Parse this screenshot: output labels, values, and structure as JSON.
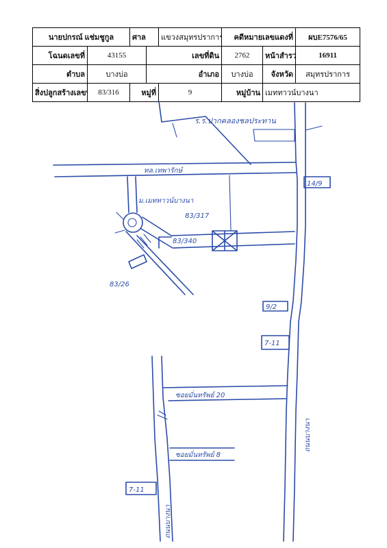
{
  "header": {
    "row1": {
      "party_name": "นายปกรณ์ แช่มชูกูล",
      "court_label": "ศาล",
      "court_value": "แขวงสมุทรปราการ",
      "black_case_label": "คดีหมายเลขแดงที่",
      "black_case_value": "ผบE7576/65"
    },
    "row2": {
      "title_deed_label": "โฉนดเลขที่",
      "title_deed_value": "43155",
      "land_no_label": "เลขที่ดิน",
      "land_no_value": "2762",
      "survey_page_label": "หน้าสำรวจ",
      "survey_page_value": "16911"
    },
    "row3": {
      "subdistrict_label": "ตำบล",
      "subdistrict_value": "บางบ่อ",
      "district_label": "อำเภอ",
      "district_value": "บางบ่อ",
      "province_label": "จังหวัด",
      "province_value": "สมุทรปราการ"
    },
    "row4": {
      "building_no_label": "สิ่งปลูกสร้างเลขที่",
      "building_no_value": "83/316",
      "moo_label": "หมู่ที่",
      "moo_value": "9",
      "village_label": "หมู่บ้าน",
      "village_value": "เมททาวน์บางนา"
    }
  },
  "sketch_labels": {
    "top_right_school": "ร.ร.ปากคลองชลประทาน",
    "main_road_left": "ทล.เทพารักษ์",
    "road_box_top": "14/9",
    "village_label": "ม.เมททาวน์บางนา",
    "target_house": "83/317",
    "neighbor_house": "83/340",
    "lower_left_house": "83/26",
    "box_right_1": "9/2",
    "box_right_2": "7-11",
    "soi_20": "ซอยมั่นทรัพย์ 20",
    "soi_8": "ซอยมั่นทรัพย์ 8",
    "right_vertical_road": "ถนนบางนา",
    "bottom_left_box": "7-11",
    "bottom_vertical_road": "ถนนบางนา"
  }
}
